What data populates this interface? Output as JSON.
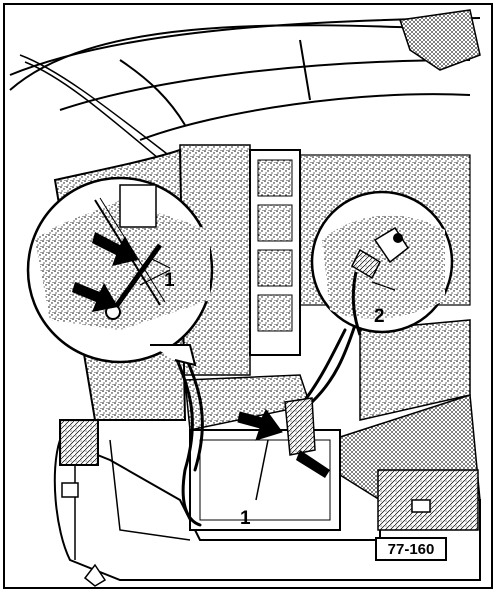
{
  "diagram": {
    "callouts": [
      {
        "id": "c1-detail",
        "label": "1"
      },
      {
        "id": "c2-detail",
        "label": "2"
      },
      {
        "id": "c1-main",
        "label": "1"
      }
    ],
    "reference_code": "77-160"
  }
}
